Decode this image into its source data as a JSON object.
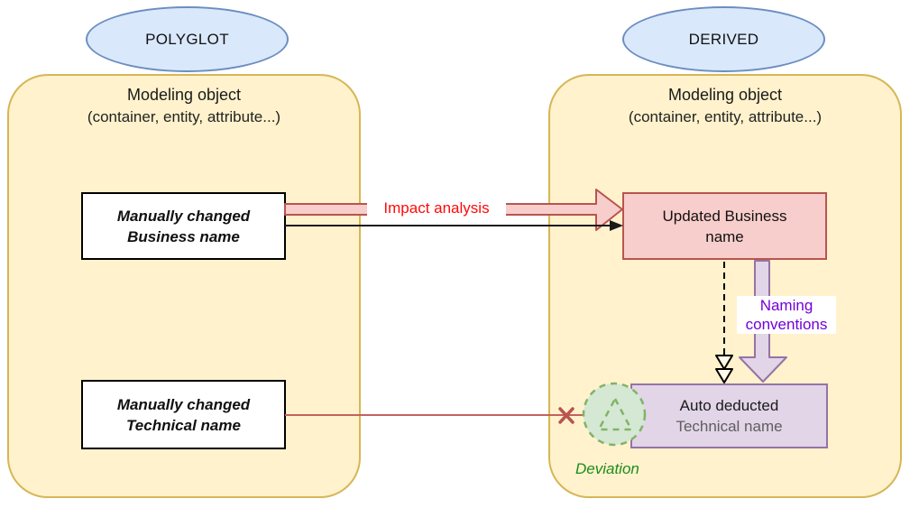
{
  "diagram": {
    "polyglot": {
      "badge": "POLYGLOT",
      "title": "Modeling object",
      "subtitle": "(container, entity, attribute...)",
      "business_box": {
        "line1": "Manually changed",
        "line2": "Business name"
      },
      "technical_box": {
        "line1": "Manually changed",
        "line2": "Technical name"
      }
    },
    "derived": {
      "badge": "DERIVED",
      "title": "Modeling object",
      "subtitle": "(container, entity, attribute...)",
      "business_box": {
        "line1": "Updated Business",
        "line2": "name"
      },
      "technical_box": {
        "line1": "Auto deducted",
        "line2": "Technical name"
      },
      "deviation_label": "Deviation"
    },
    "edges": {
      "impact_analysis_label": "Impact analysis",
      "naming_conventions_line1": "Naming",
      "naming_conventions_line2": "conventions"
    },
    "colors": {
      "container_fill": "#FFF2CC",
      "container_stroke": "#D6B656",
      "badge_fill": "#DAE8FC",
      "badge_stroke": "#6C8EBF",
      "business_updated_fill": "#F8CECC",
      "business_updated_stroke": "#B85450",
      "technical_auto_fill": "#E1D5E7",
      "technical_auto_stroke": "#9673A6",
      "deviation_fill": "#D5E8D4",
      "deviation_stroke": "#82B366",
      "impact_text": "#FF0A0A",
      "naming_text": "#7200D9",
      "deviation_text": "#1D8C1D",
      "blocked_line": "#C4625E"
    }
  }
}
